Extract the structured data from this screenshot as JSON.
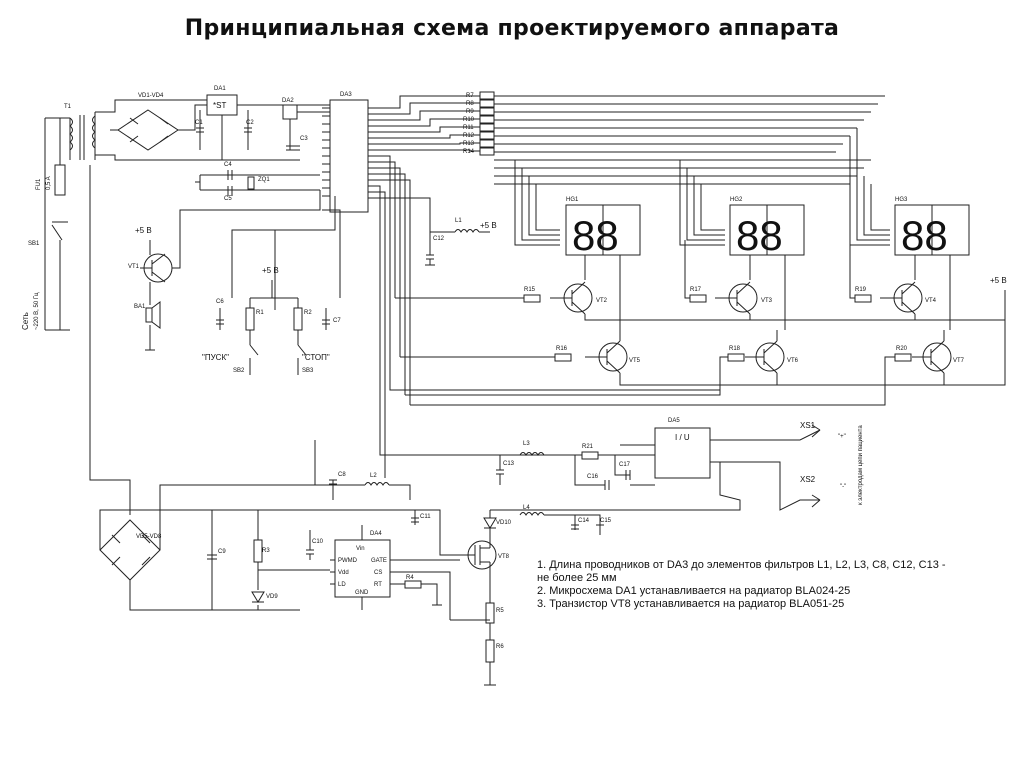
{
  "title": "Принципиальная схема проектируемого аппарата",
  "labels": {
    "T1": "T1",
    "vd1_vd4": "VD1-VD4",
    "da1": "DA1",
    "st": "*ST",
    "da2": "DA2",
    "da3": "DA3",
    "c1": "C1",
    "c2": "C2",
    "c3": "C3",
    "c4": "C4",
    "c5": "C5",
    "zq1": "ZQ1",
    "fu1": "FU1",
    "fu1_rating": "0,5 A",
    "sb1": "SB1",
    "mains": "Сеть",
    "mains_v": "~220 В, 50 Гц",
    "vt1": "VT1",
    "ba1": "BA1",
    "plus5_vt1": "+5 В",
    "plus5_btn": "+5 В",
    "plus5_l1": "+5 В",
    "plus5_right": "+5 В",
    "r1": "R1",
    "r2": "R2",
    "c6": "C6",
    "c7": "C7",
    "pusk": "\"ПУСК\"",
    "sb2": "SB2",
    "stop": "\"СТОП\"",
    "sb3": "SB3",
    "l1": "L1",
    "c12": "C12",
    "r7": "R7",
    "r8": "R8",
    "r9": "R9",
    "r10": "R10",
    "r11": "R11",
    "r12": "R12",
    "r13": "R13",
    "r14": "R14",
    "hg1": "HG1",
    "hg2": "HG2",
    "hg3": "HG3",
    "digits": "88",
    "r15": "R15",
    "r16": "R16",
    "r17": "R17",
    "r18": "R18",
    "r19": "R19",
    "r20": "R20",
    "vt2": "VT2",
    "vt3": "VT3",
    "vt4": "VT4",
    "vt5": "VT5",
    "vt6": "VT6",
    "vt7": "VT7",
    "da5": "DA5",
    "iu": "I / U",
    "xs1": "XS1",
    "xs2": "XS2",
    "xs1_sign": "\"+\"",
    "xs2_sign": "\"-\"",
    "electrodes": "к электродам цепи пациента",
    "l3": "L3",
    "c13": "C13",
    "r21": "R21",
    "c16": "C16",
    "c17": "C17",
    "c8": "C8",
    "l2": "L2",
    "da4": "DA4",
    "c10": "C10",
    "c11": "C11",
    "c14": "C14",
    "c15": "C15",
    "vd5_vd8": "VD5-VD8",
    "c9": "C9",
    "r3": "R3",
    "vd9": "VD9",
    "vd10": "VD10",
    "l4": "L4",
    "vt8": "VT8",
    "r4": "R4",
    "r5": "R5",
    "r6": "R6",
    "da4_pins": [
      "Vin",
      "PWMD",
      "Vdd",
      "LD",
      "GND",
      "GATE",
      "CS",
      "RT"
    ]
  },
  "notes": [
    "1. Длина проводников от DA3 до элементов фильтров L1, L2, L3, C8, C12, C13 -",
    "не более 25 мм",
    "2. Микросхема DA1 устанавливается на радиатор BLA024-25",
    "3. Транзистор VT8 устанавливается на радиатор BLA051-25"
  ]
}
